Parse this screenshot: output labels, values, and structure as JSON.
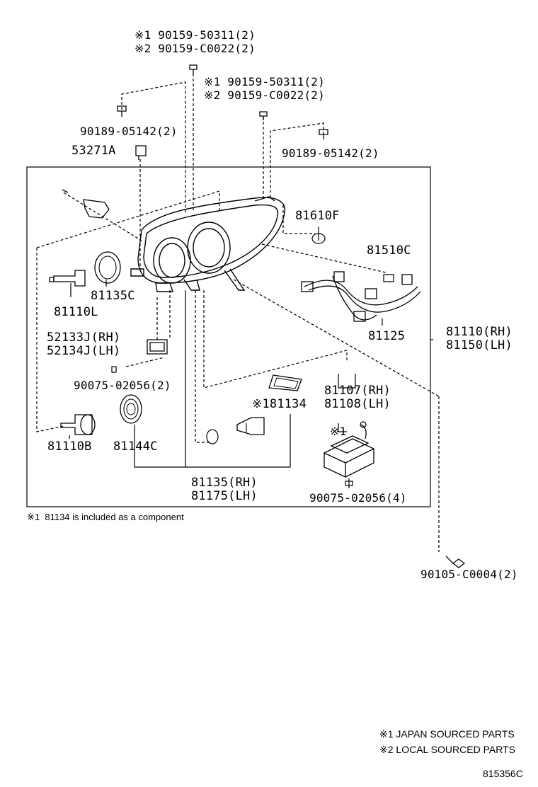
{
  "labels": {
    "top_a": [
      "※1 90159-50311(2)",
      "※2 90159-C0022(2)"
    ],
    "top_b": [
      "※1 90159-50311(2)",
      "※2 90159-C0022(2)"
    ],
    "screw_left": "90189-05142(2)",
    "screw_right": "90189-05142(2)",
    "p53271a": "53271A",
    "p81610f": "81610F",
    "p81510c": "81510C",
    "p81125": "81125",
    "p81135c": "81135C",
    "p81110l": "81110L",
    "bracket": [
      "52133J(RH)",
      "52134J(LH)"
    ],
    "screw_90075_2": "90075-02056(2)",
    "assy": [
      "81110(RH)",
      "81150(LH)"
    ],
    "ecu": [
      "81107(RH)",
      "81108(LH)"
    ],
    "p81134": "※181134",
    "note_mark": "※1",
    "p81110b": "81110B",
    "p81144c": "81144C",
    "unit": [
      "81135(RH)",
      "81175(LH)"
    ],
    "screw_90075_4": "90075-02056(4)",
    "screw_90105": "90105-C0004(2)"
  },
  "footnote": "※1  81134 is included as a component",
  "legend": [
    "※1 JAPAN SOURCED PARTS",
    "※2 LOCAL SOURCED PARTS"
  ],
  "drawing_code": "815356C"
}
